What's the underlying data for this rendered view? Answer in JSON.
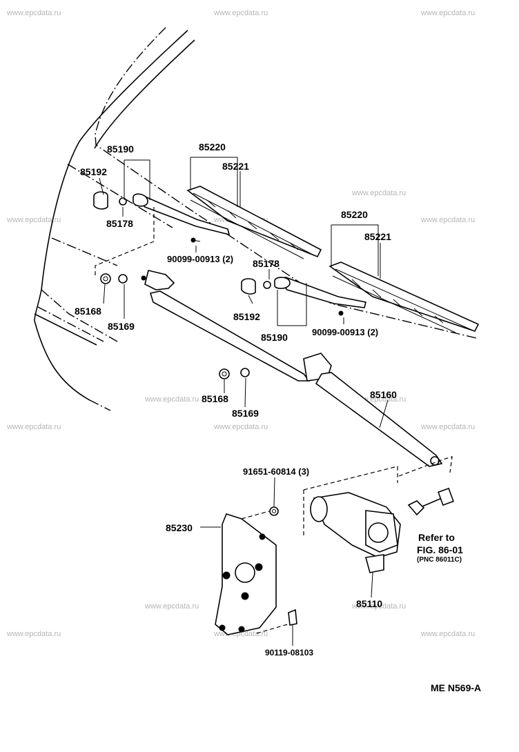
{
  "watermark": "www.epcdata.ru",
  "figure_code": "ME N569-A",
  "labels": {
    "arm_right": "85190",
    "cap_right": "85192",
    "nut_right": "85178",
    "blade_right": "85220",
    "blade_insert_right": "85221",
    "blade_left": "85220",
    "blade_insert_left": "85221",
    "bolt_right": "90099-00913 (2)",
    "nut_left": "85178",
    "cap_left": "85192",
    "arm_left": "85190",
    "bolt_left": "90099-00913 (2)",
    "bush_1": "85168",
    "washer_1": "85169",
    "bush_2": "85168",
    "washer_2": "85169",
    "link": "85160",
    "screw": "91651-60814 (3)",
    "bracket": "85230",
    "motor": "85110",
    "bolt_bottom": "90119-08103",
    "refer_line1": "Refer to",
    "refer_line2": "FIG. 86-01",
    "refer_line3": "(PNC 86011C)"
  }
}
